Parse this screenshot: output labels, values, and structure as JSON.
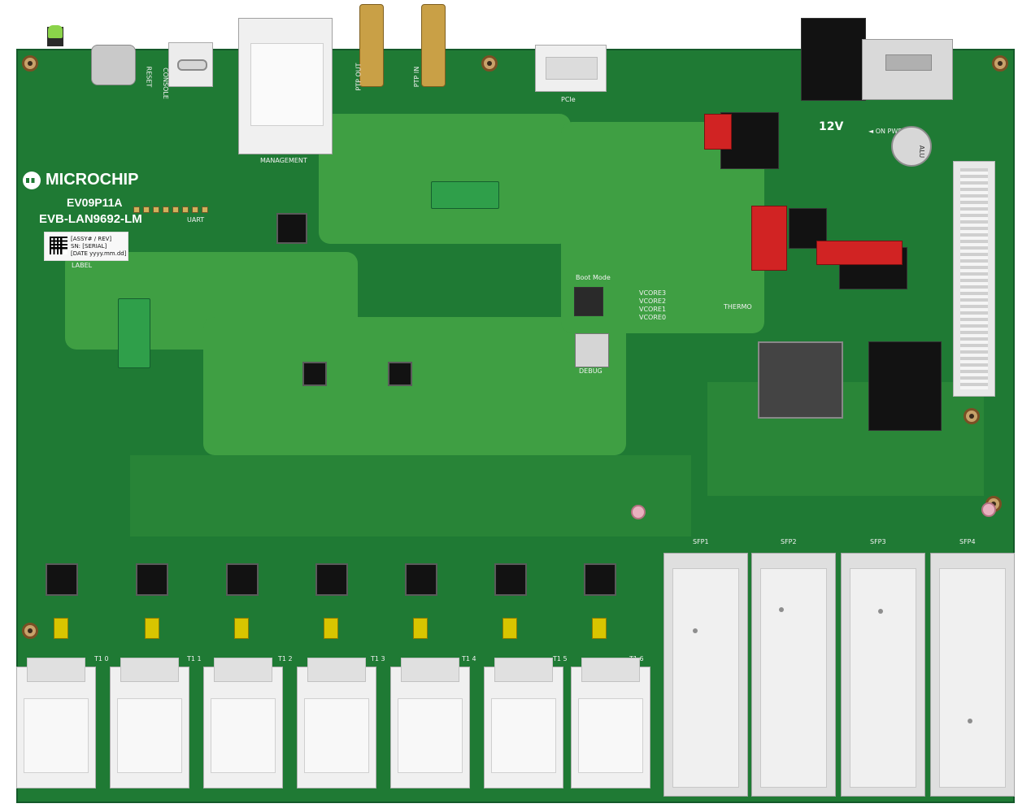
{
  "board": {
    "brand": "MICROCHIP",
    "part_id": "EV09P11A",
    "board_name": "EVB-LAN9692-LM",
    "label_lines": [
      "[ASSY# / REV]",
      "SN: [SERIAL]",
      "[DATE yyyy.mm.dd]"
    ],
    "label_caption": "LABEL"
  },
  "silk": {
    "management": "MANAGEMENT",
    "console": "CONSOLE",
    "reset": "RESET",
    "uart": "UART",
    "pcie": "PCIe",
    "ptp_out": "PTP OUT",
    "ptp_in": "PTP IN",
    "boot_mode": "Boot Mode",
    "debug": "DEBUG",
    "v12": "12V",
    "on_pwr_off": "◄ ON PWR OFF ►",
    "alu": "ALU",
    "thermo": "THERMO",
    "vcore0": "VCORE0",
    "vcore1": "VCORE1",
    "vcore2": "VCORE2",
    "vcore3": "VCORE3",
    "t1_labels": [
      "T1 0",
      "T1 1",
      "T1 2",
      "T1 3",
      "T1 4",
      "T1 5",
      "T1 6"
    ],
    "sfp_labels": [
      "SFP1",
      "SFP2",
      "SFP3",
      "SFP4"
    ]
  }
}
